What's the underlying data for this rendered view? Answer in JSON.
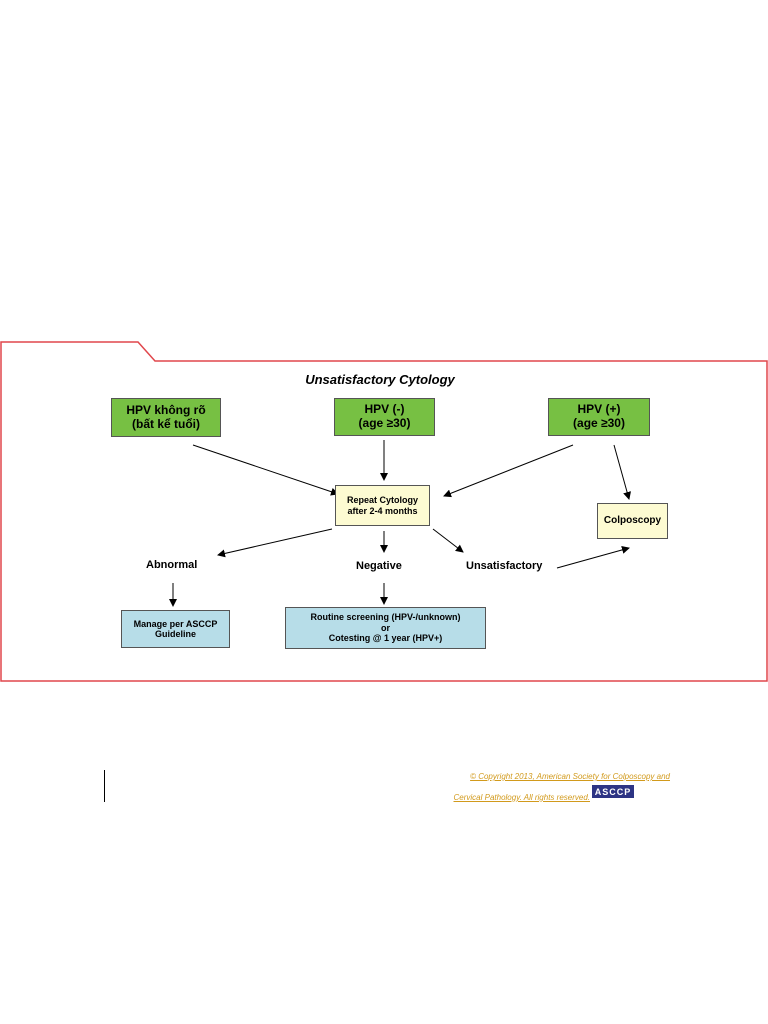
{
  "title": "Unsatisfactory Cytology",
  "boxes": {
    "hpv_unknown": [
      "HPV không rõ",
      "(bất kể tuổi)"
    ],
    "hpv_neg": [
      "HPV (-)",
      "(age ≥30)"
    ],
    "hpv_pos": [
      "HPV (+)",
      "(age ≥30)"
    ],
    "repeat": [
      "Repeat Cytology",
      "after 2-4 months"
    ],
    "colposcopy": "Colposcopy",
    "manage": [
      "Manage per ASCCP",
      "Guideline"
    ],
    "routine": [
      "Routine screening (HPV-/unknown)",
      "or",
      "Cotesting @ 1 year (HPV+)"
    ]
  },
  "labels": {
    "abnormal": "Abnormal",
    "negative": "Negative",
    "unsatisfactory": "Unsatisfactory"
  },
  "footer": {
    "copyright_line1": "© Copyright 2013, American Society for Colposcopy and",
    "copyright_line2": "Cervical Pathology. All rights reserved.",
    "logo_text": "ASCCP"
  },
  "colors": {
    "frame_border": "#e0474c",
    "hpv_box": "#77c043",
    "repeat_box": "#fdfbd2",
    "result_box": "#b7dde8"
  }
}
